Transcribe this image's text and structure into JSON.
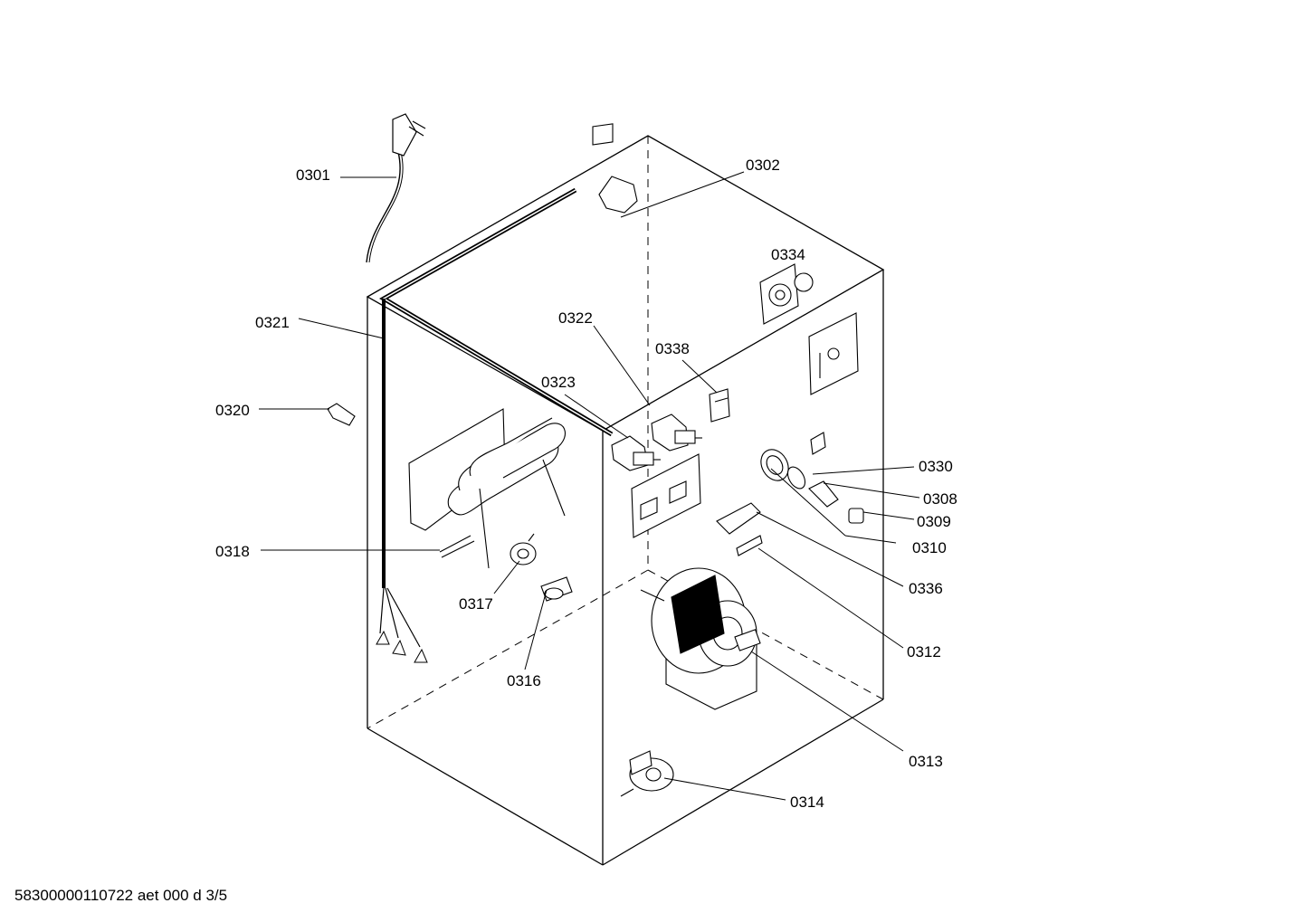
{
  "drawing": {
    "footer": "58300000110722 aet 000 d 3/5"
  },
  "parts": [
    {
      "id": "0301",
      "label": "0301"
    },
    {
      "id": "0302",
      "label": "0302"
    },
    {
      "id": "0334",
      "label": "0334"
    },
    {
      "id": "0321",
      "label": "0321"
    },
    {
      "id": "0322",
      "label": "0322"
    },
    {
      "id": "0338",
      "label": "0338"
    },
    {
      "id": "0323",
      "label": "0323"
    },
    {
      "id": "0320",
      "label": "0320"
    },
    {
      "id": "0330",
      "label": "0330"
    },
    {
      "id": "0308",
      "label": "0308"
    },
    {
      "id": "0309",
      "label": "0309"
    },
    {
      "id": "0310",
      "label": "0310"
    },
    {
      "id": "0318",
      "label": "0318"
    },
    {
      "id": "0336",
      "label": "0336"
    },
    {
      "id": "0317",
      "label": "0317"
    },
    {
      "id": "0312",
      "label": "0312"
    },
    {
      "id": "0316",
      "label": "0316"
    },
    {
      "id": "0313",
      "label": "0313"
    },
    {
      "id": "0314",
      "label": "0314"
    }
  ]
}
